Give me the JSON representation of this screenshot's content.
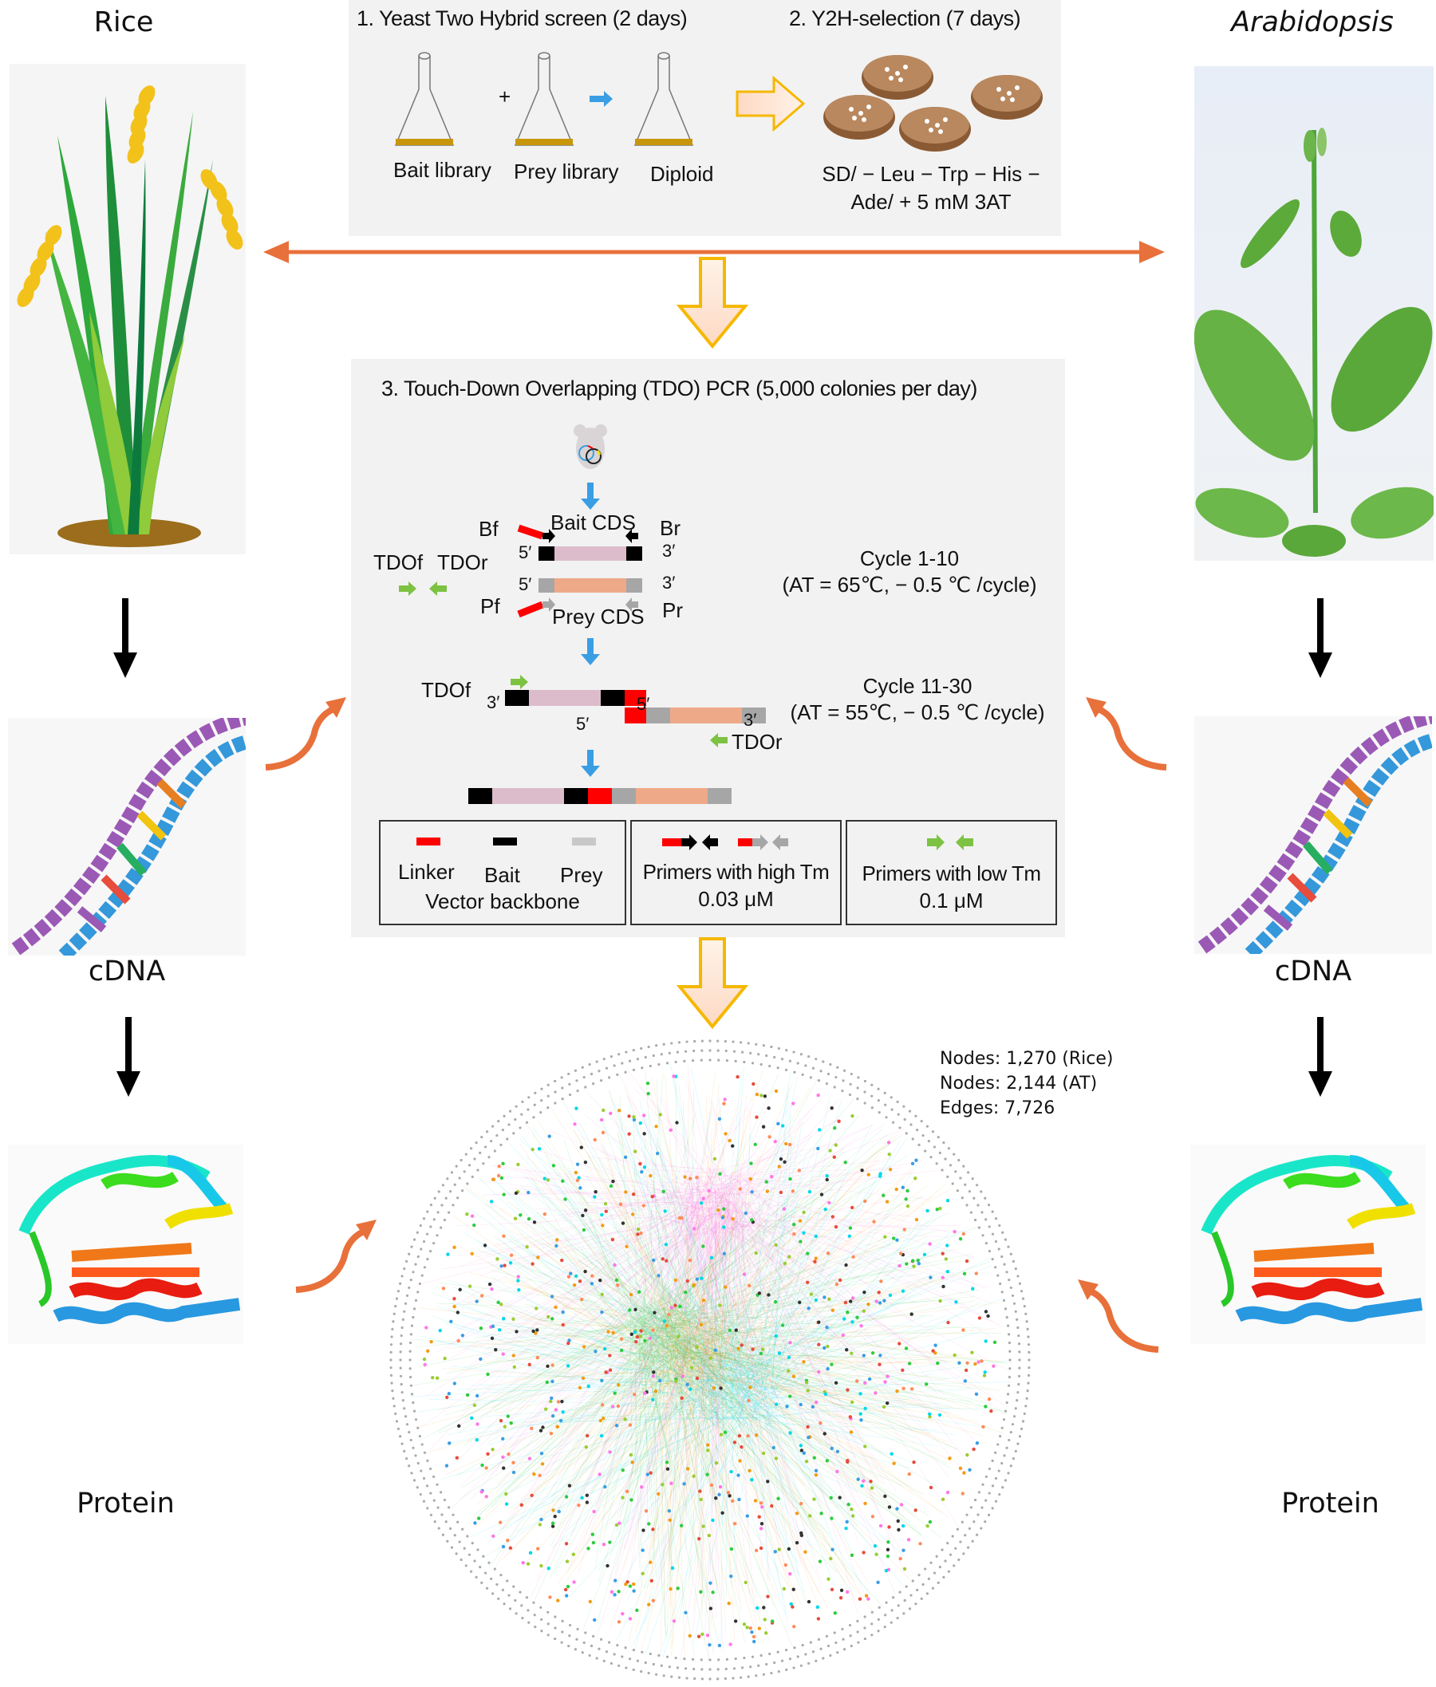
{
  "organisms": {
    "left": {
      "name": "Rice",
      "italic": false
    },
    "right": {
      "name": "Arabidopsis",
      "italic": true
    }
  },
  "stages": {
    "cdna": "cDNA",
    "protein": "Protein"
  },
  "step1": {
    "title": "1. Yeast Two Hybrid screen (2 days)",
    "flasks": [
      "Bait library",
      "Prey library",
      "Diploid"
    ],
    "plus": "+"
  },
  "step2": {
    "title": "2. Y2H-selection (7 days)",
    "medium_line1": "SD/ − Leu − Trp − His −",
    "medium_line2": "Ade/ + 5 mM 3AT"
  },
  "step3": {
    "title": "3. Touch-Down Overlapping (TDO) PCR (5,000 colonies per day)",
    "primers": {
      "bf": "Bf",
      "br": "Br",
      "pf": "Pf",
      "pr": "Pr",
      "bait_cds": "Bait  CDS",
      "prey_cds": "Prey  CDS",
      "tdof": "TDOf",
      "tdor": "TDOr",
      "five_prime": "5′",
      "three_prime": "3′"
    },
    "cycle1": {
      "title": "Cycle 1-10",
      "detail": "(AT = 65℃,  −  0.5 ℃ /cycle)"
    },
    "cycle2": {
      "title": "Cycle 11-30",
      "detail": "(AT = 55℃,  −  0.5 ℃ /cycle)"
    },
    "legend": {
      "segments": {
        "labels": [
          "Linker",
          "Bait",
          "Prey"
        ],
        "caption": "Vector backbone"
      },
      "high_tm": {
        "label": "Primers with high Tm",
        "conc": "0.03 μM"
      },
      "low_tm": {
        "label": "Primers with low Tm",
        "conc": "0.1 μM"
      }
    }
  },
  "network": {
    "stats": [
      "Nodes: 1,270 (Rice)",
      "Nodes: 2,144 (AT)",
      "Edges: 7,726"
    ]
  },
  "colors": {
    "panel_bg": "#f2f2f2",
    "orange_arrow": "#e8703a",
    "yellow_arrow_stroke": "#f5b800",
    "yellow_arrow_fill": "#fde0cf",
    "blue_arrow": "#3a9ee4",
    "linker": "#ff0000",
    "bait_backbone": "#000000",
    "prey_backbone": "#a6a6a6",
    "bait_cds": "#dcbccb",
    "prey_cds": "#eeaa88",
    "primer_low_tm": "#7dc242",
    "flask_liquid": "#c8960a"
  }
}
